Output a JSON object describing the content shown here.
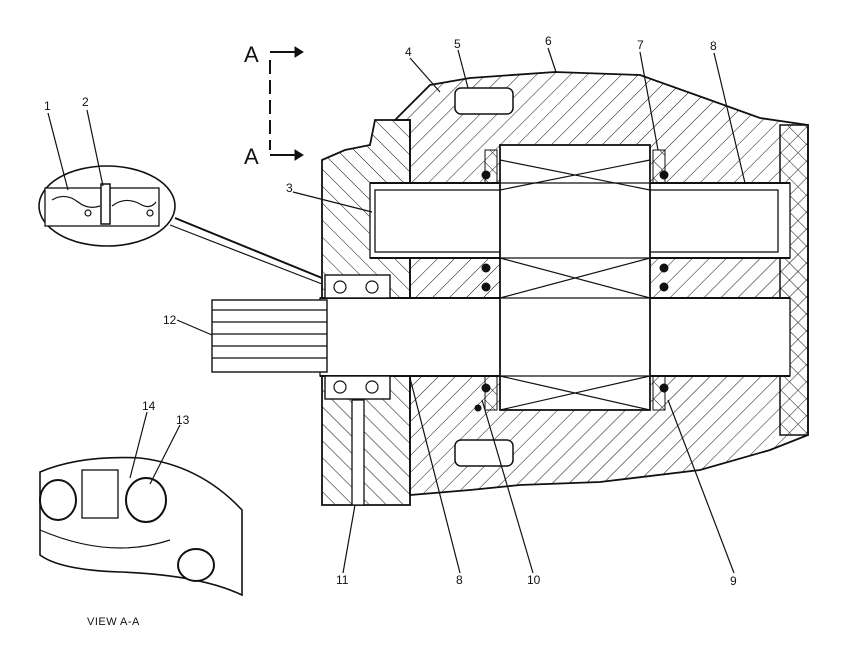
{
  "section_marker": {
    "letter_top": "A",
    "letter_bottom": "A"
  },
  "view_label": "VIEW  A-A",
  "callouts": {
    "c1": "1",
    "c2": "2",
    "c3": "3",
    "c4": "4",
    "c5": "5",
    "c6": "6",
    "c7": "7",
    "c8_top": "8",
    "c8_bottom": "8",
    "c9": "9",
    "c10": "10",
    "c11": "11",
    "c12": "12",
    "c13": "13",
    "c14": "14"
  },
  "colors": {
    "ink": "#111111",
    "paper": "#ffffff"
  }
}
